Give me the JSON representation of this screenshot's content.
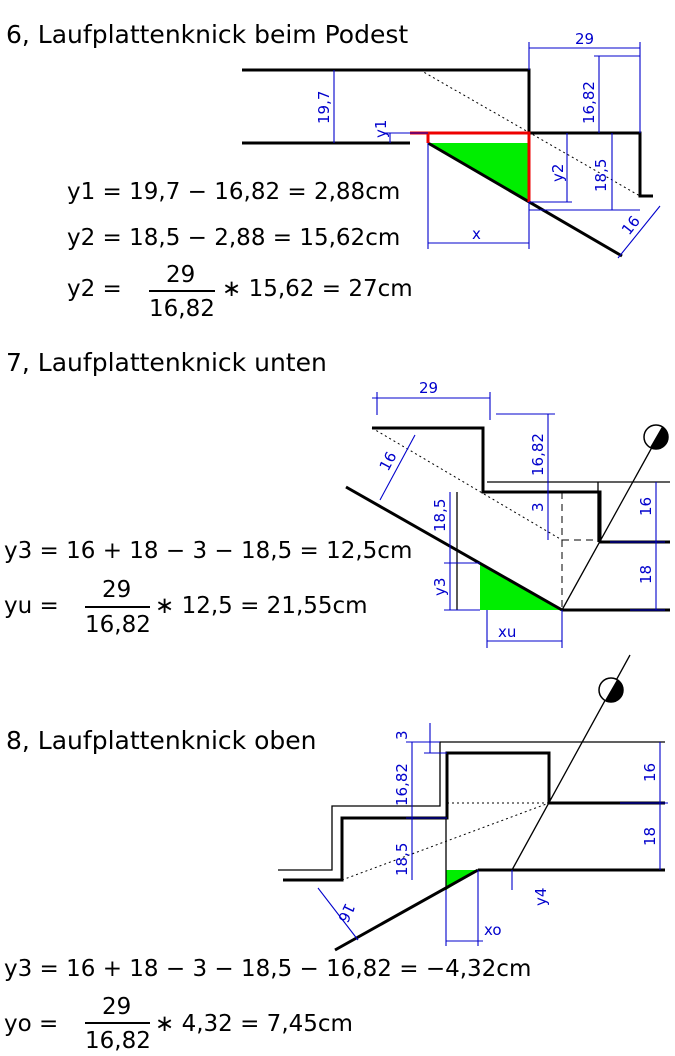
{
  "s6": {
    "title": "6, Laufplattenknick beim Podest",
    "eq1": "y1 = 19,7 − 16,82 = 2,88cm",
    "eq2": "y2 = 18,5 − 2,88 = 15,62cm",
    "eq3_lhs": "y2 =",
    "eq3_num": "29",
    "eq3_den": "16,82",
    "eq3_rhs": "∗ 15,62 = 27cm",
    "dims": {
      "d29": "29",
      "d1682": "16,82",
      "d197": "19,7",
      "dy1": "y1",
      "dy2": "y2",
      "d185": "18,5",
      "d16": "16",
      "dx": "x"
    }
  },
  "s7": {
    "title": "7, Laufplattenknick unten",
    "eq1": "y3 = 16 + 18 − 3 − 18,5 = 12,5cm",
    "eq2_lhs": "yu =",
    "eq2_num": "29",
    "eq2_den": "16,82",
    "eq2_rhs": "∗ 12,5 = 21,55cm",
    "dims": {
      "d29": "29",
      "d1682": "16,82",
      "d16a": "16",
      "d185": "18,5",
      "d3": "3",
      "d16b": "16",
      "d18": "18",
      "dy3": "y3",
      "dxu": "xu"
    }
  },
  "s8": {
    "title": "8, Laufplattenknick oben",
    "eq1": "y3 = 16 + 18 − 3 − 18,5 − 16,82 = −4,32cm",
    "eq2_lhs": "yo =",
    "eq2_num": "29",
    "eq2_den": "16,82",
    "eq2_rhs": "∗ 4,32 = 7,45cm",
    "dims": {
      "d3": "3",
      "d1682": "16,82",
      "d185": "18,5",
      "d16a": "16",
      "d16b": "16",
      "d18": "18",
      "dy4": "y4",
      "dxo": "xo"
    }
  },
  "colors": {
    "dimension": "#0000cc",
    "highlight": "#00ee00",
    "red": "#ee0000"
  }
}
